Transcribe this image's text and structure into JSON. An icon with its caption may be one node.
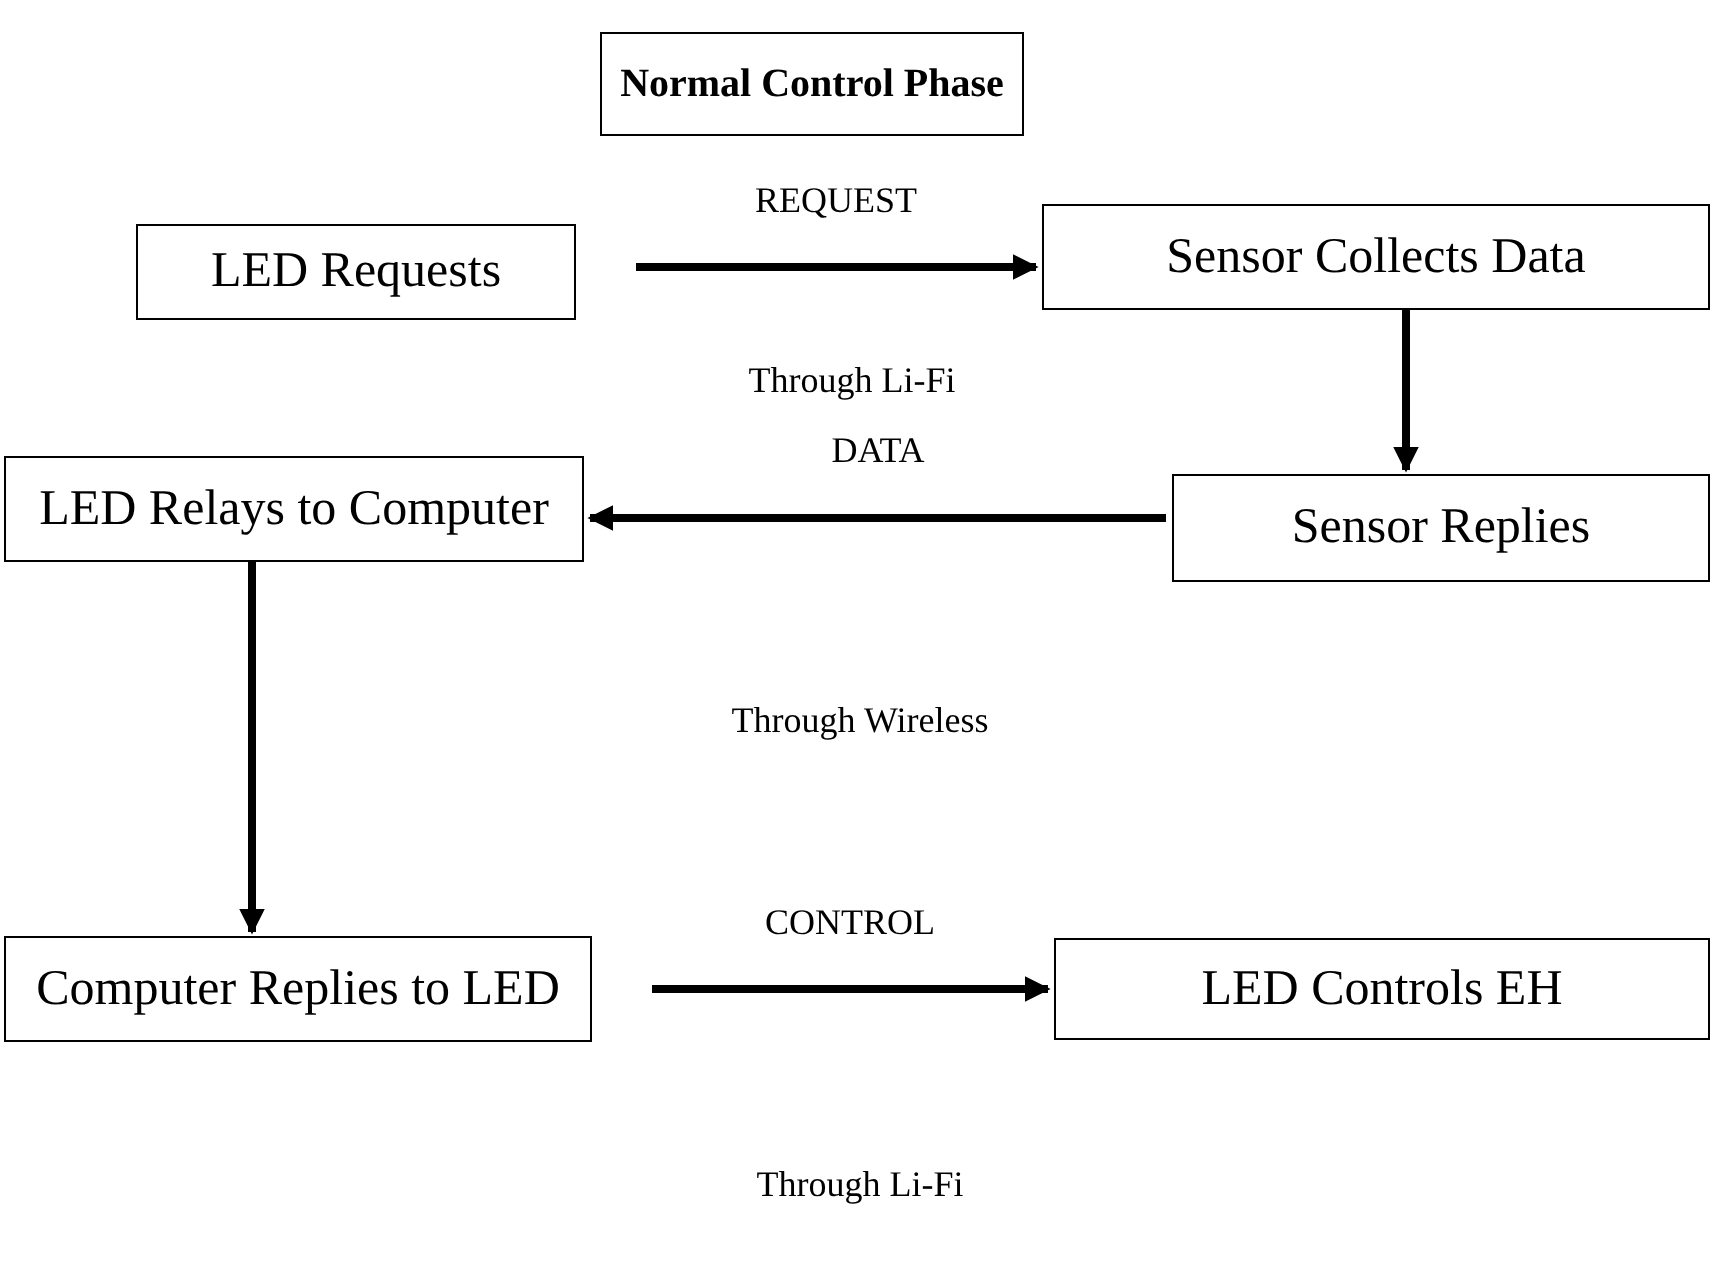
{
  "diagram": {
    "nodes": [
      {
        "text": [
          "Normal Control Phase"
        ]
      },
      {
        "text": [
          "LED Requests"
        ]
      },
      {
        "text": [
          "Sensor Collects Data"
        ]
      },
      {
        "text": [
          "Sensor Replies"
        ]
      },
      {
        "text": [
          "LED Relays to Computer"
        ]
      },
      {
        "text": [
          "Computer Replies to LED"
        ]
      },
      {
        "text": [
          "LED Controls EH"
        ]
      }
    ],
    "edges": [
      {
        "from": 1,
        "to": 2,
        "arrow": "to",
        "label": "REQUEST"
      },
      {
        "from": 2,
        "to": 3,
        "arrow": "to"
      },
      {
        "from": 3,
        "to": 4,
        "arrow": "to",
        "label": "DATA"
      },
      {
        "from": 4,
        "to": 5,
        "arrow": "to"
      },
      {
        "from": 5,
        "to": 6,
        "arrow": "to",
        "label": "CONTROL"
      }
    ],
    "labels": [
      "Through Li-Fi",
      "Through Wireless",
      "Through Li-Fi"
    ]
  }
}
